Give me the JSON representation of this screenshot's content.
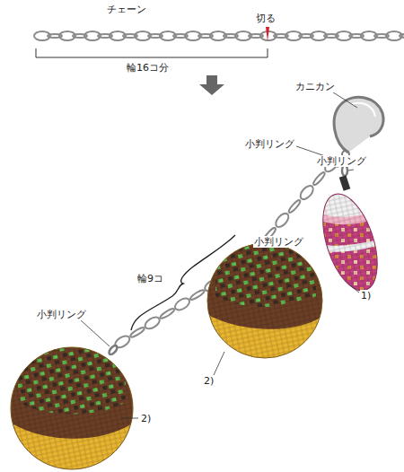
{
  "diagram": {
    "labels": [
      "チェーン",
      "切る",
      "輪16コ分",
      "カニカン",
      "小判リング",
      "小判リング",
      "小判リング",
      "輪9コ",
      "小判リング",
      "1)",
      "2)",
      "2)"
    ]
  }
}
